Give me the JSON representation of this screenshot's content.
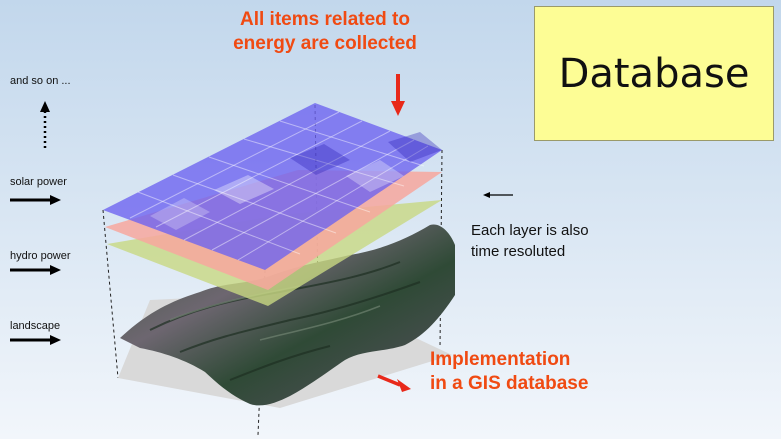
{
  "title": "Database",
  "headline": {
    "line1": "All items related to",
    "line2": "energy are collected"
  },
  "implementation": {
    "line1": "Implementation",
    "line2": "in a GIS database"
  },
  "note": {
    "line1": "Each layer is also",
    "line2": "time resoluted"
  },
  "layer_labels": {
    "more": "and so on ...",
    "solar": "solar power",
    "hydro": "hydro power",
    "landscape": "landscape"
  },
  "colors": {
    "accent": "#f04a12",
    "title_box": "#fdfd95",
    "solar_layer": "#6e64f0",
    "hydro_layer": "#f7a79e",
    "landscape_layer": "#c8d882"
  }
}
